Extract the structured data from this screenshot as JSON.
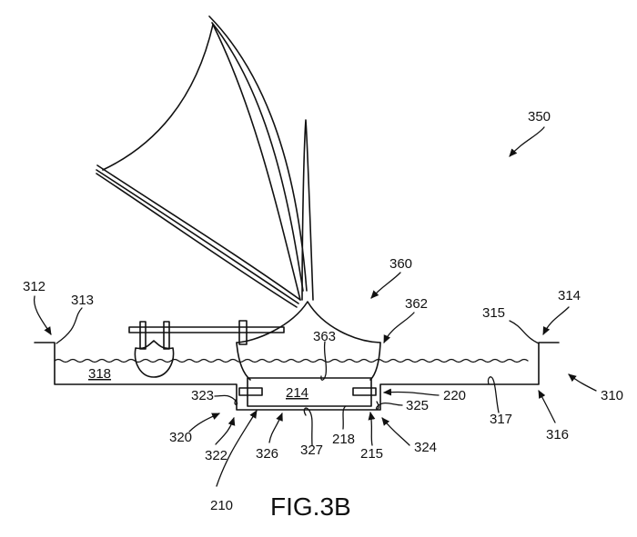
{
  "figure": {
    "caption": "FIG.3B",
    "background": "#ffffff",
    "ink": "#111111"
  },
  "labels": {
    "l350": "350",
    "l360": "360",
    "l362": "362",
    "l363": "363",
    "l312": "312",
    "l313": "313",
    "l314": "314",
    "l315": "315",
    "l318": "318",
    "l310": "310",
    "l316": "316",
    "l317": "317",
    "l214": "214",
    "l220": "220",
    "l323": "323",
    "l325": "325",
    "l320": "320",
    "l322": "322",
    "l326": "326",
    "l327": "327",
    "l218": "218",
    "l215": "215",
    "l324": "324",
    "l210": "210"
  }
}
